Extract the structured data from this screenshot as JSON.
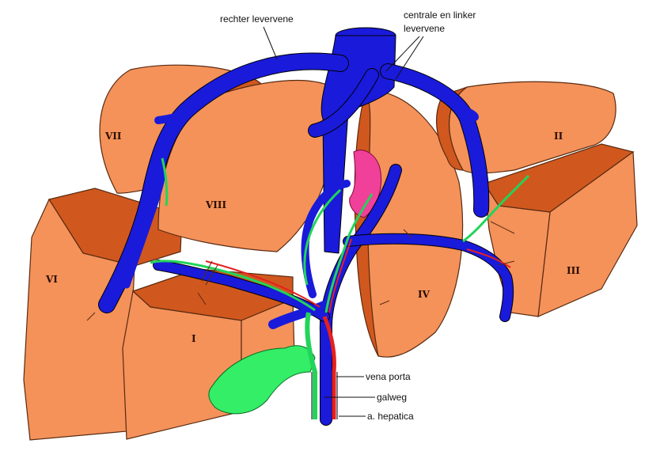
{
  "labels": {
    "right_hepatic_vein": "rechter levervene",
    "middle_left_vein_line1": "centrale en linker",
    "middle_left_vein_line2": "levervene",
    "portal_vein": "vena porta",
    "bile_duct": "galweg",
    "hepatic_artery": "a. hepatica"
  },
  "segments": {
    "s1": "I",
    "s2": "II",
    "s3": "III",
    "s4": "IV",
    "s6": "VI",
    "s7": "VII",
    "s8": "VIII"
  },
  "colors": {
    "liver_light": "#f4925a",
    "liver_dark": "#d0581e",
    "hepatic_vein": "#1a1adb",
    "portal_vein": "#1a1adb",
    "bile_duct": "#22d45a",
    "hepatic_artery": "#e52020",
    "gallbladder": "#33ee66",
    "caudate_highlight": "#f0409a"
  }
}
